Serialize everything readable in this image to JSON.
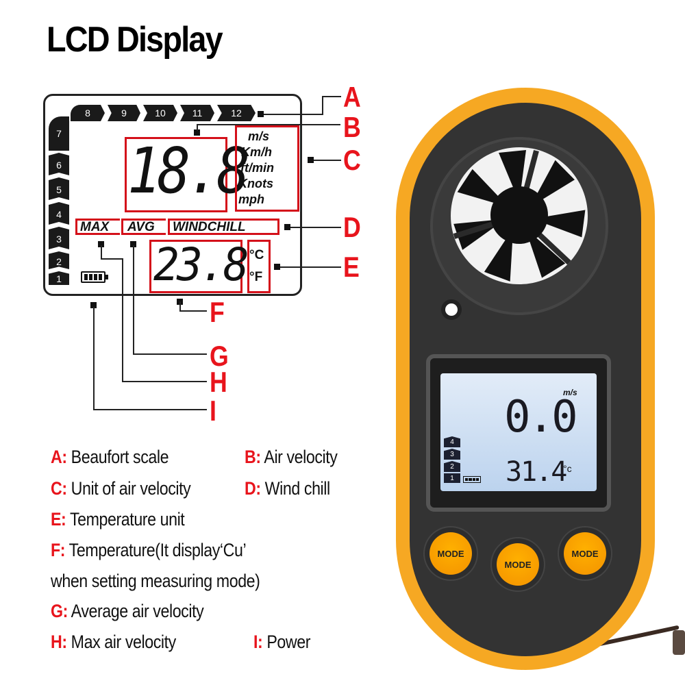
{
  "title": "LCD Display",
  "lcd_diagram": {
    "beaufort_top": [
      "8",
      "9",
      "10",
      "11",
      "12"
    ],
    "beaufort_left": [
      "7",
      "6",
      "5",
      "4",
      "3",
      "2",
      "1"
    ],
    "main_reading": "18.8",
    "units": [
      "m/s",
      "Km/h",
      "ft/min",
      "Knots",
      "mph"
    ],
    "indicators": {
      "max": "MAX",
      "avg": "AVG",
      "windchill": "WINDCHILL"
    },
    "temp_reading": "23.8",
    "temp_units": [
      "°C",
      "°F"
    ],
    "callouts": [
      "A",
      "B",
      "C",
      "D",
      "E",
      "F",
      "G",
      "H",
      "I"
    ]
  },
  "legend": [
    {
      "key": "A:",
      "text": "Beaufort scale"
    },
    {
      "key": "B:",
      "text": "Air velocity"
    },
    {
      "key": "C:",
      "text": "Unit of air velocity"
    },
    {
      "key": "D:",
      "text": "Wind chill"
    },
    {
      "key": "E:",
      "text": "Temperature unit"
    },
    {
      "key": "F:",
      "text": "Temperature(It display‘Cu’"
    },
    {
      "key": "",
      "text": "when setting measuring mode)"
    },
    {
      "key": "G:",
      "text": "Average air velocity"
    },
    {
      "key": "H:",
      "text": "Max air velocity"
    },
    {
      "key": "I:",
      "text": "Power"
    }
  ],
  "device": {
    "screen": {
      "unit": "m/s",
      "speed": "0.0",
      "temp": "31.4",
      "temp_unit": "°c",
      "beaufort": [
        "4",
        "3",
        "2",
        "1"
      ]
    },
    "buttons": [
      "MODE",
      "MODE",
      "MODE"
    ],
    "colors": {
      "body": "#f6a823",
      "face": "#333333",
      "button": "#f39200",
      "accent_red": "#e8141c"
    }
  }
}
